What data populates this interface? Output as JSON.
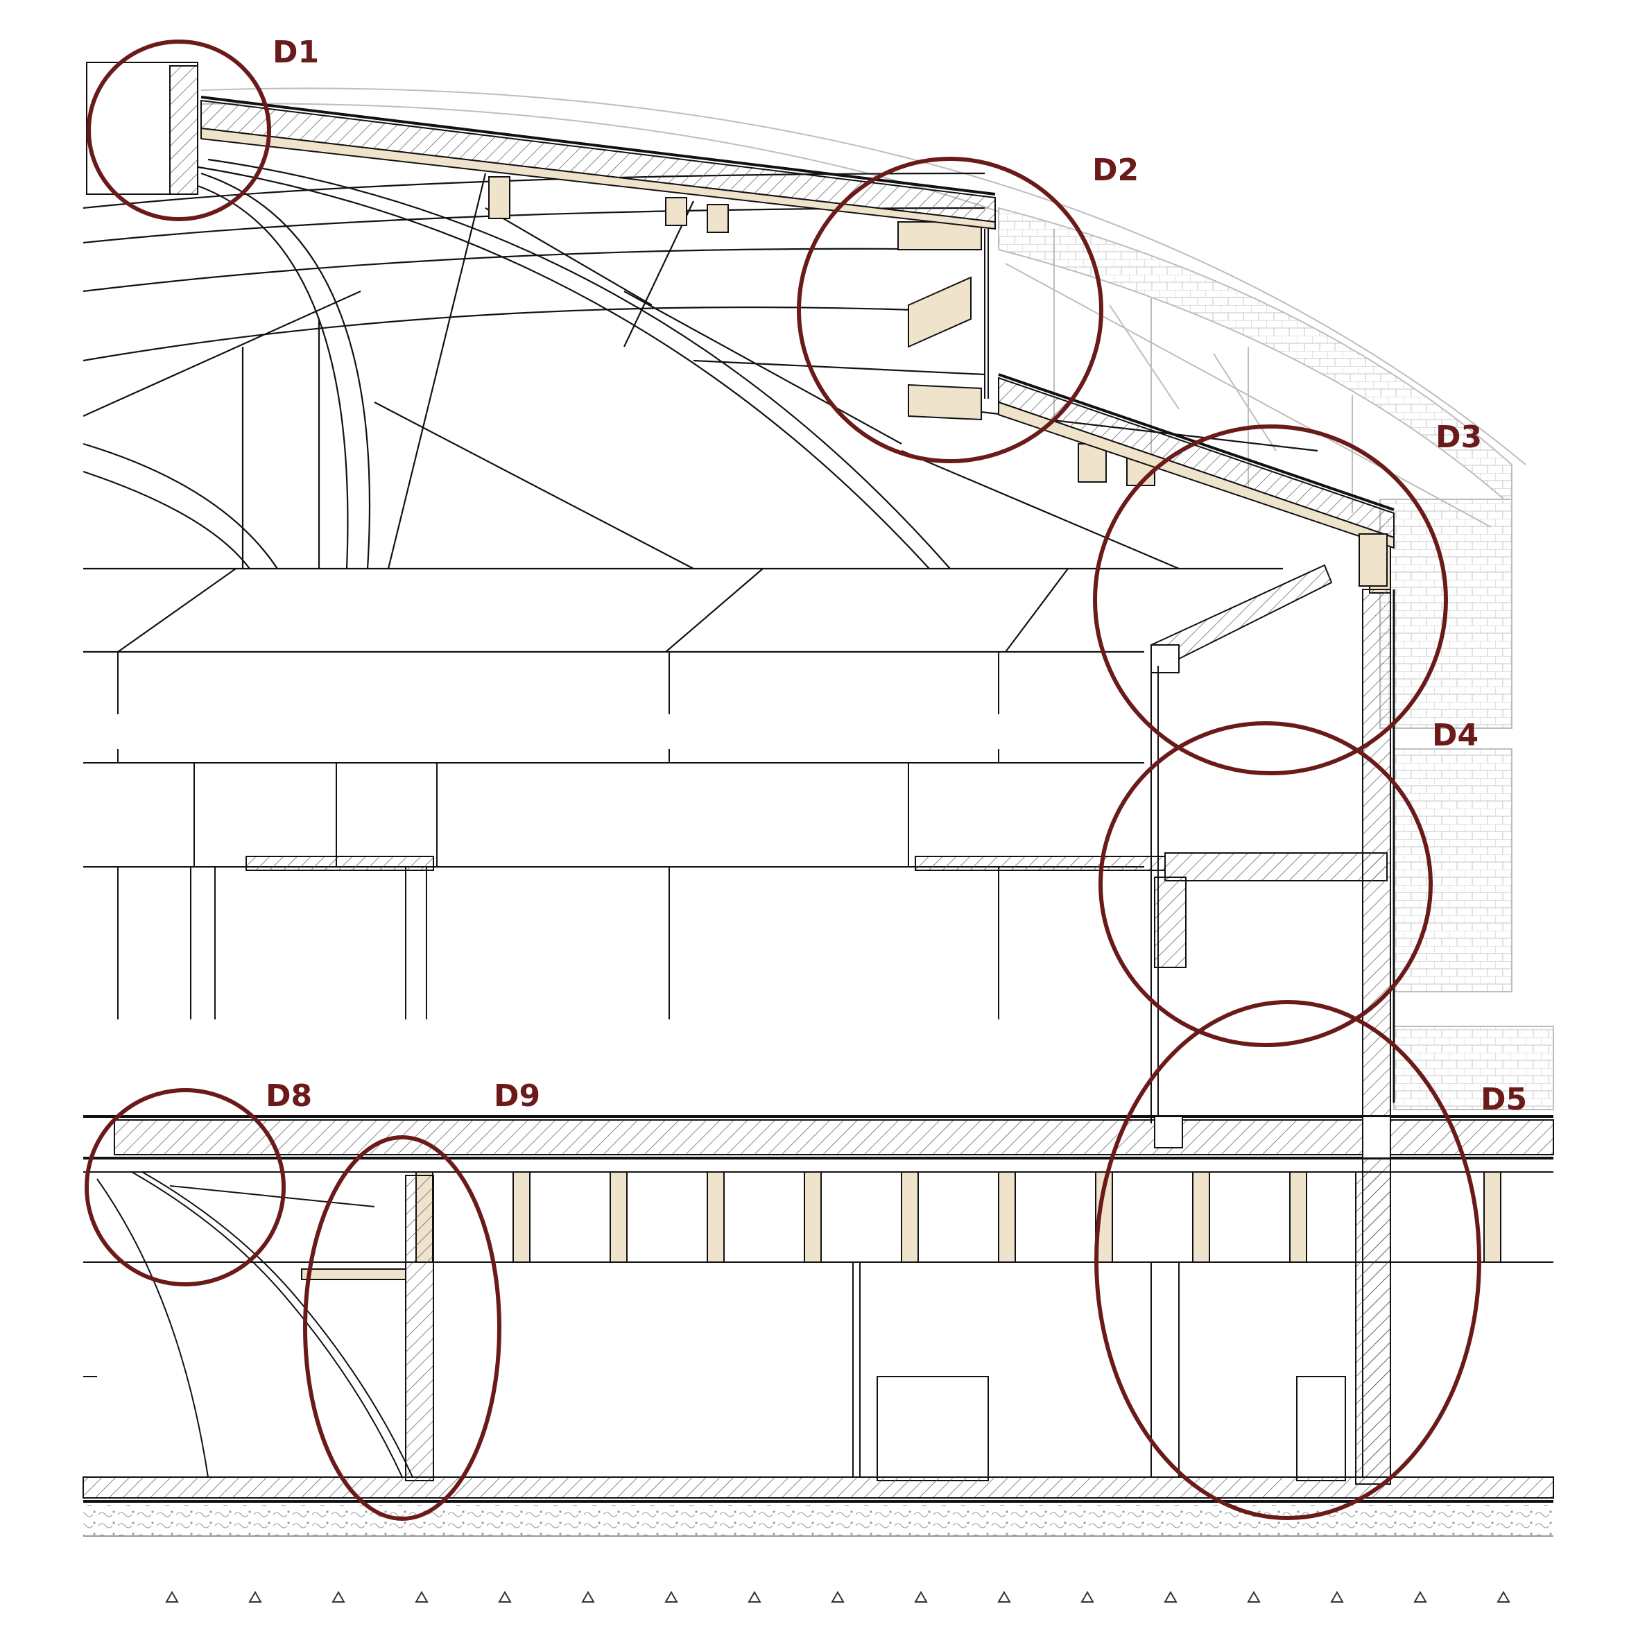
{
  "drawing": {
    "kind": "architectural building section with detail callouts",
    "callouts": [
      {
        "id": "d1",
        "label": "D1"
      },
      {
        "id": "d2",
        "label": "D2"
      },
      {
        "id": "d3",
        "label": "D3"
      },
      {
        "id": "d4",
        "label": "D4"
      },
      {
        "id": "d5",
        "label": "D5"
      },
      {
        "id": "d8",
        "label": "D8"
      },
      {
        "id": "d9",
        "label": "D9"
      }
    ]
  },
  "colors": {
    "callout": "#6b1a1a",
    "line": "#111111",
    "ghost_line": "#bdbdbd",
    "timber": "#efe3cc",
    "concrete": "#f2f2f2",
    "paper": "#ffffff"
  }
}
